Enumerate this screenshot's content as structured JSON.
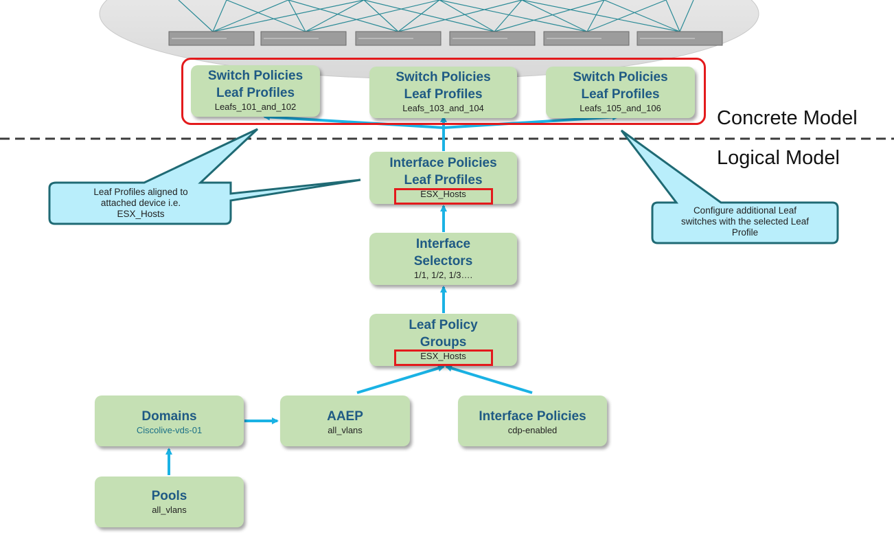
{
  "labels": {
    "concrete_model": "Concrete Model",
    "logical_model": "Logical Model"
  },
  "switch_profiles": [
    {
      "title": "Switch Policies",
      "subtitle": "Leaf Profiles",
      "value": "Leafs_101_and_102"
    },
    {
      "title": "Switch Policies",
      "subtitle": "Leaf Profiles",
      "value": "Leafs_103_and_104"
    },
    {
      "title": "Switch Policies",
      "subtitle": "Leaf Profiles",
      "value": "Leafs_105_and_106"
    }
  ],
  "interface_policies_leaf_profiles": {
    "title": "Interface Policies",
    "subtitle": "Leaf Profiles",
    "value": "ESX_Hosts"
  },
  "interface_selectors": {
    "title": "Interface",
    "subtitle": "Selectors",
    "value": "1/1, 1/2, 1/3…."
  },
  "leaf_policy_groups": {
    "title": "Leaf Policy",
    "subtitle": "Groups",
    "value": "ESX_Hosts"
  },
  "domains": {
    "title": "Domains",
    "value": "Ciscolive-vds-01"
  },
  "aaep": {
    "title": "AAEP",
    "value": "all_vlans"
  },
  "interface_policies": {
    "title": "Interface Policies",
    "value": "cdp-enabled"
  },
  "pools": {
    "title": "Pools",
    "value": "all_vlans"
  },
  "callouts": {
    "left": [
      "Leaf Profiles aligned to",
      "attached device i.e.",
      "ESX_Hosts"
    ],
    "right": [
      "Configure additional Leaf",
      "switches with the selected Leaf",
      "Profile"
    ]
  },
  "colors": {
    "box_fill": "#c5e0b4",
    "title_text": "#1f5a84",
    "arrow": "#1ab2e4",
    "highlight": "#e31a1c",
    "callout_fill": "#b9eefb",
    "callout_border": "#1f6a74",
    "fabric_cloud": "#e3e3e3",
    "fabric_lines": "#2a8a96"
  }
}
